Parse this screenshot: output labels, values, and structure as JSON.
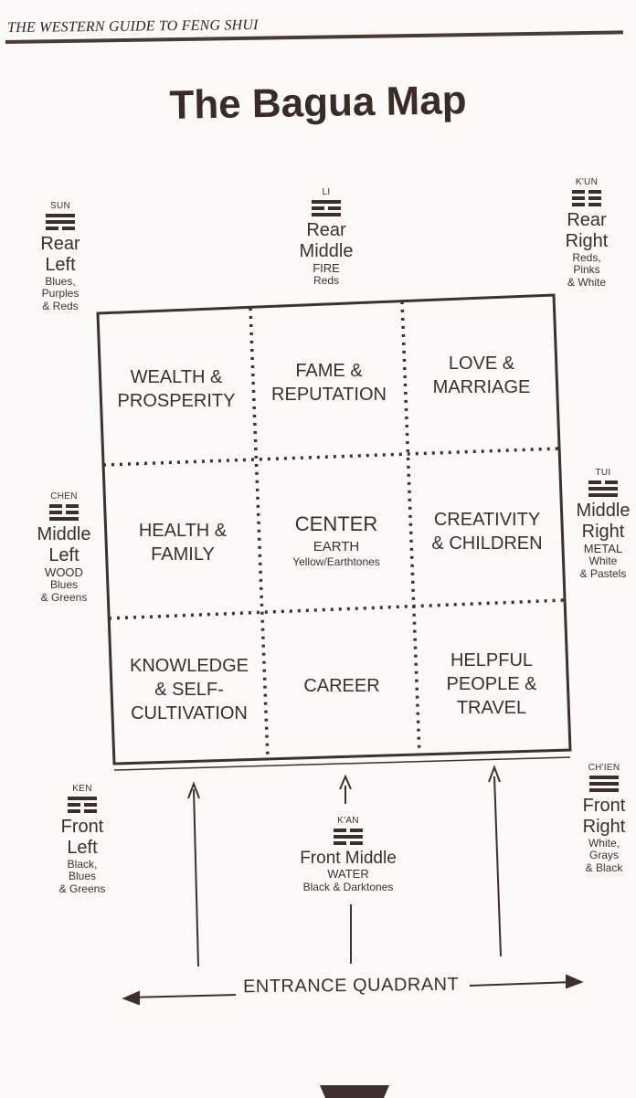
{
  "header": {
    "running_title": "THE WESTERN GUIDE TO FENG SHUI"
  },
  "title": "The Bagua Map",
  "directions": {
    "rear_left": {
      "trigram": "SUN",
      "lines": [
        "Rear",
        "Left"
      ],
      "colors": [
        "Blues,",
        "Purples",
        "& Reds"
      ]
    },
    "rear_middle": {
      "trigram": "LI",
      "lines": [
        "Rear",
        "Middle"
      ],
      "element": "FIRE",
      "colors": [
        "Reds"
      ]
    },
    "rear_right": {
      "trigram": "K'UN",
      "lines": [
        "Rear",
        "Right"
      ],
      "colors": [
        "Reds,",
        "Pinks",
        "& White"
      ]
    },
    "middle_left": {
      "trigram": "CHEN",
      "lines": [
        "Middle",
        "Left"
      ],
      "element": "WOOD",
      "colors": [
        "Blues",
        "& Greens"
      ]
    },
    "middle_right": {
      "trigram": "TUI",
      "lines": [
        "Middle",
        "Right"
      ],
      "element": "METAL",
      "colors": [
        "White",
        "& Pastels"
      ]
    },
    "front_left": {
      "trigram": "KEN",
      "lines": [
        "Front",
        "Left"
      ],
      "colors": [
        "Black,",
        "Blues",
        "& Greens"
      ]
    },
    "front_middle": {
      "trigram": "K'AN",
      "lines": [
        "Front Middle"
      ],
      "element": "WATER",
      "colors": [
        "Black & Darktones"
      ]
    },
    "front_right": {
      "trigram": "CH'IEN",
      "lines": [
        "Front",
        "Right"
      ],
      "colors": [
        "White,",
        "Grays",
        "& Black"
      ]
    }
  },
  "grid": {
    "wealth": [
      "WEALTH &",
      "PROSPERITY"
    ],
    "fame": [
      "FAME &",
      "REPUTATION"
    ],
    "love": [
      "LOVE &",
      "MARRIAGE"
    ],
    "health": [
      "HEALTH &",
      "FAMILY"
    ],
    "center": {
      "label": "CENTER",
      "element": "EARTH",
      "colors": "Yellow/Earthtones"
    },
    "creativity": [
      "CREATIVITY",
      "& CHILDREN"
    ],
    "knowledge": [
      "KNOWLEDGE",
      "& SELF-",
      "CULTIVATION"
    ],
    "career": [
      "CAREER"
    ],
    "helpful": [
      "HELPFUL",
      "PEOPLE &",
      "TRAVEL"
    ]
  },
  "entrance_label": "ENTRANCE QUADRANT",
  "colors": {
    "ink": "#3b2f2b",
    "paper": "#fbfaf7",
    "rule": "#4a3a36"
  }
}
